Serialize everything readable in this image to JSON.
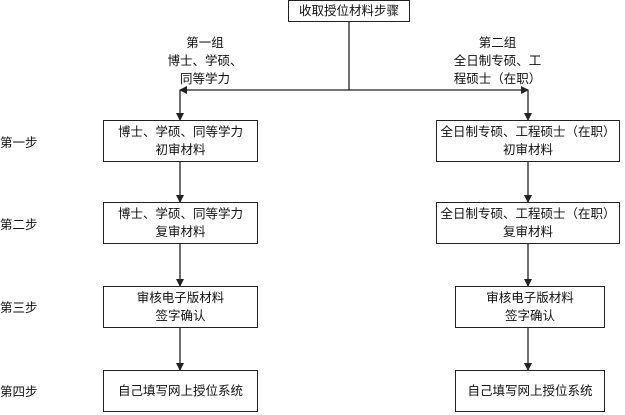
{
  "title": "收取授位材料步骤",
  "groups": {
    "left": {
      "label_lines": [
        "第一组",
        "博士、学硕、",
        "同等学力"
      ]
    },
    "right": {
      "label_lines": [
        "第二组",
        "全日制专硕、工",
        "程硕士（在职）"
      ]
    }
  },
  "steps": [
    "第一步",
    "第二步",
    "第三步",
    "第四步"
  ],
  "left_boxes": [
    [
      "博士、学硕、同等学力",
      "初审材料"
    ],
    [
      "博士、学硕、同等学力",
      "复审材料"
    ],
    [
      "审核电子版材料",
      "签字确认"
    ],
    [
      "自己填写网上授位系统"
    ]
  ],
  "right_boxes": [
    [
      "全日制专硕、工程硕士（在职）",
      "初审材料"
    ],
    [
      "全日制专硕、工程硕士（在职）",
      "复审材料"
    ],
    [
      "审核电子版材料",
      "签字确认"
    ],
    [
      "自己填写网上授位系统"
    ]
  ]
}
